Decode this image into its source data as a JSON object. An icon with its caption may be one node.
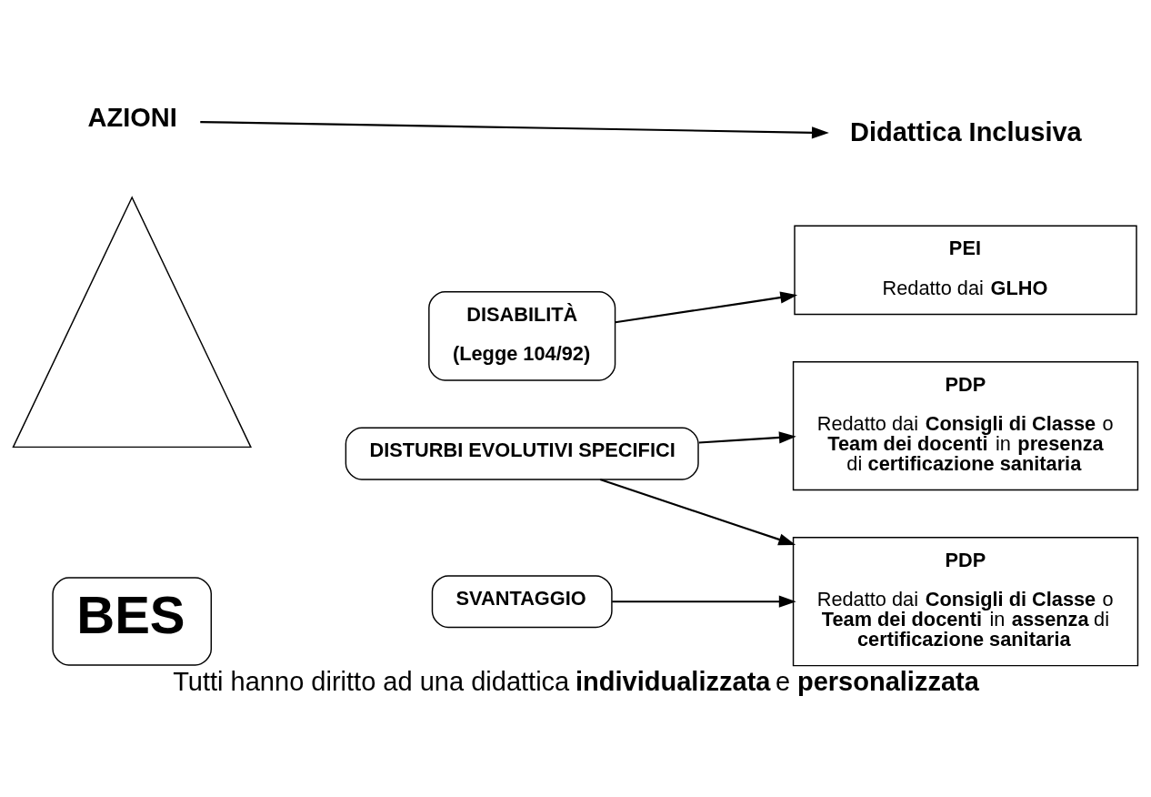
{
  "diagram": {
    "caption": "Tutti hanno diritto ad una didattica **individualizzata** e **personalizzata**",
    "nodes": [
      {
        "text": [
          "AZIONI"
        ]
      },
      {
        "text": [
          "Didattica Inclusiva"
        ]
      },
      {
        "text": [],
        "shape": "triangle"
      },
      {
        "text": [
          "BES"
        ]
      },
      {
        "text": [
          "DISABILITÀ",
          "(Legge 104/92)"
        ]
      },
      {
        "text": [
          "DISTURBI EVOLUTIVI SPECIFICI"
        ]
      },
      {
        "text": [
          "SVANTAGGIO"
        ]
      },
      {
        "text": [
          "PEI",
          "Redatto dai **GLHO**"
        ]
      },
      {
        "text": [
          "PDP",
          "Redatto dai **Consigli di Classe** o **Team dei docenti** in **presenza** di **certificazione sanitaria**"
        ]
      },
      {
        "text": [
          "PDP",
          "Redatto dai **Consigli di Classe** o **Team dei docenti** in **assenza** di **certificazione sanitaria**"
        ]
      }
    ],
    "edges": [
      {
        "from": 0,
        "to": 1,
        "arrow": "to"
      },
      {
        "from": 4,
        "to": 7,
        "arrow": "to"
      },
      {
        "from": 5,
        "to": 8,
        "arrow": "to"
      },
      {
        "from": 5,
        "to": 9,
        "arrow": "to"
      },
      {
        "from": 6,
        "to": 9,
        "arrow": "to"
      }
    ]
  }
}
